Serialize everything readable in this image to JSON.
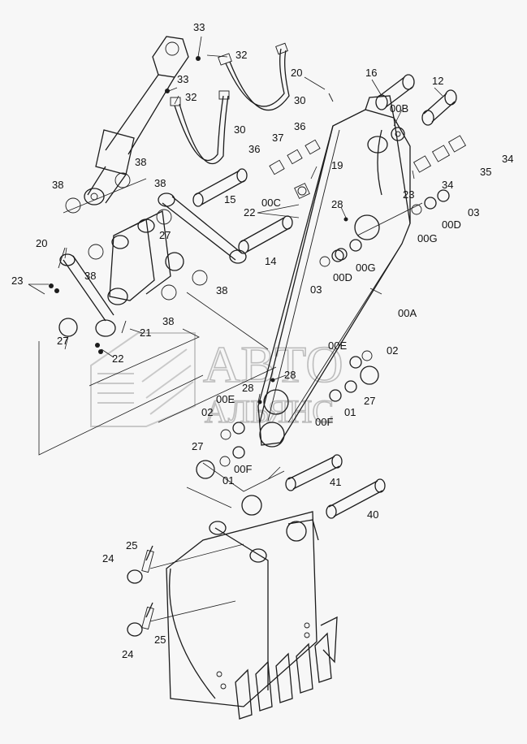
{
  "watermark": {
    "line1": "АВТО",
    "line2": "АЛЬЯНС"
  },
  "callouts": [
    {
      "id": "c1",
      "text": "33"
    },
    {
      "id": "c2",
      "text": "32"
    },
    {
      "id": "c3",
      "text": "33"
    },
    {
      "id": "c4",
      "text": "32"
    },
    {
      "id": "c5",
      "text": "30"
    },
    {
      "id": "c6",
      "text": "30"
    },
    {
      "id": "c7",
      "text": "20"
    },
    {
      "id": "c8",
      "text": "16"
    },
    {
      "id": "c9",
      "text": "12"
    },
    {
      "id": "c10",
      "text": "00B"
    },
    {
      "id": "c11",
      "text": "37"
    },
    {
      "id": "c12",
      "text": "36"
    },
    {
      "id": "c13",
      "text": "36"
    },
    {
      "id": "c14",
      "text": "34"
    },
    {
      "id": "c15",
      "text": "35"
    },
    {
      "id": "c16",
      "text": "34"
    },
    {
      "id": "c17",
      "text": "19"
    },
    {
      "id": "c18",
      "text": "23"
    },
    {
      "id": "c19",
      "text": "03"
    },
    {
      "id": "c20",
      "text": "00D"
    },
    {
      "id": "c21",
      "text": "00G"
    },
    {
      "id": "c22",
      "text": "38"
    },
    {
      "id": "c23",
      "text": "38"
    },
    {
      "id": "c24",
      "text": "38"
    },
    {
      "id": "c25",
      "text": "15"
    },
    {
      "id": "c26",
      "text": "00C"
    },
    {
      "id": "c27",
      "text": "22"
    },
    {
      "id": "c28",
      "text": "28"
    },
    {
      "id": "c29",
      "text": "27"
    },
    {
      "id": "c30",
      "text": "20"
    },
    {
      "id": "c31",
      "text": "14"
    },
    {
      "id": "c32",
      "text": "00G"
    },
    {
      "id": "c33",
      "text": "00D"
    },
    {
      "id": "c34",
      "text": "03"
    },
    {
      "id": "c35",
      "text": "23"
    },
    {
      "id": "c36",
      "text": "38"
    },
    {
      "id": "c37",
      "text": "38"
    },
    {
      "id": "c38",
      "text": "38"
    },
    {
      "id": "c39",
      "text": "00A"
    },
    {
      "id": "c40",
      "text": "21"
    },
    {
      "id": "c41",
      "text": "27"
    },
    {
      "id": "c42",
      "text": "22"
    },
    {
      "id": "c43",
      "text": "00E"
    },
    {
      "id": "c44",
      "text": "02"
    },
    {
      "id": "c45",
      "text": "28"
    },
    {
      "id": "c46",
      "text": "28"
    },
    {
      "id": "c47",
      "text": "27"
    },
    {
      "id": "c48",
      "text": "01"
    },
    {
      "id": "c49",
      "text": "00F"
    },
    {
      "id": "c50",
      "text": "00E"
    },
    {
      "id": "c51",
      "text": "02"
    },
    {
      "id": "c52",
      "text": "27"
    },
    {
      "id": "c53",
      "text": "01"
    },
    {
      "id": "c54",
      "text": "00F"
    },
    {
      "id": "c55",
      "text": "41"
    },
    {
      "id": "c56",
      "text": "40"
    },
    {
      "id": "c57",
      "text": "25"
    },
    {
      "id": "c58",
      "text": "24"
    },
    {
      "id": "c59",
      "text": "24"
    },
    {
      "id": "c60",
      "text": "25"
    }
  ]
}
